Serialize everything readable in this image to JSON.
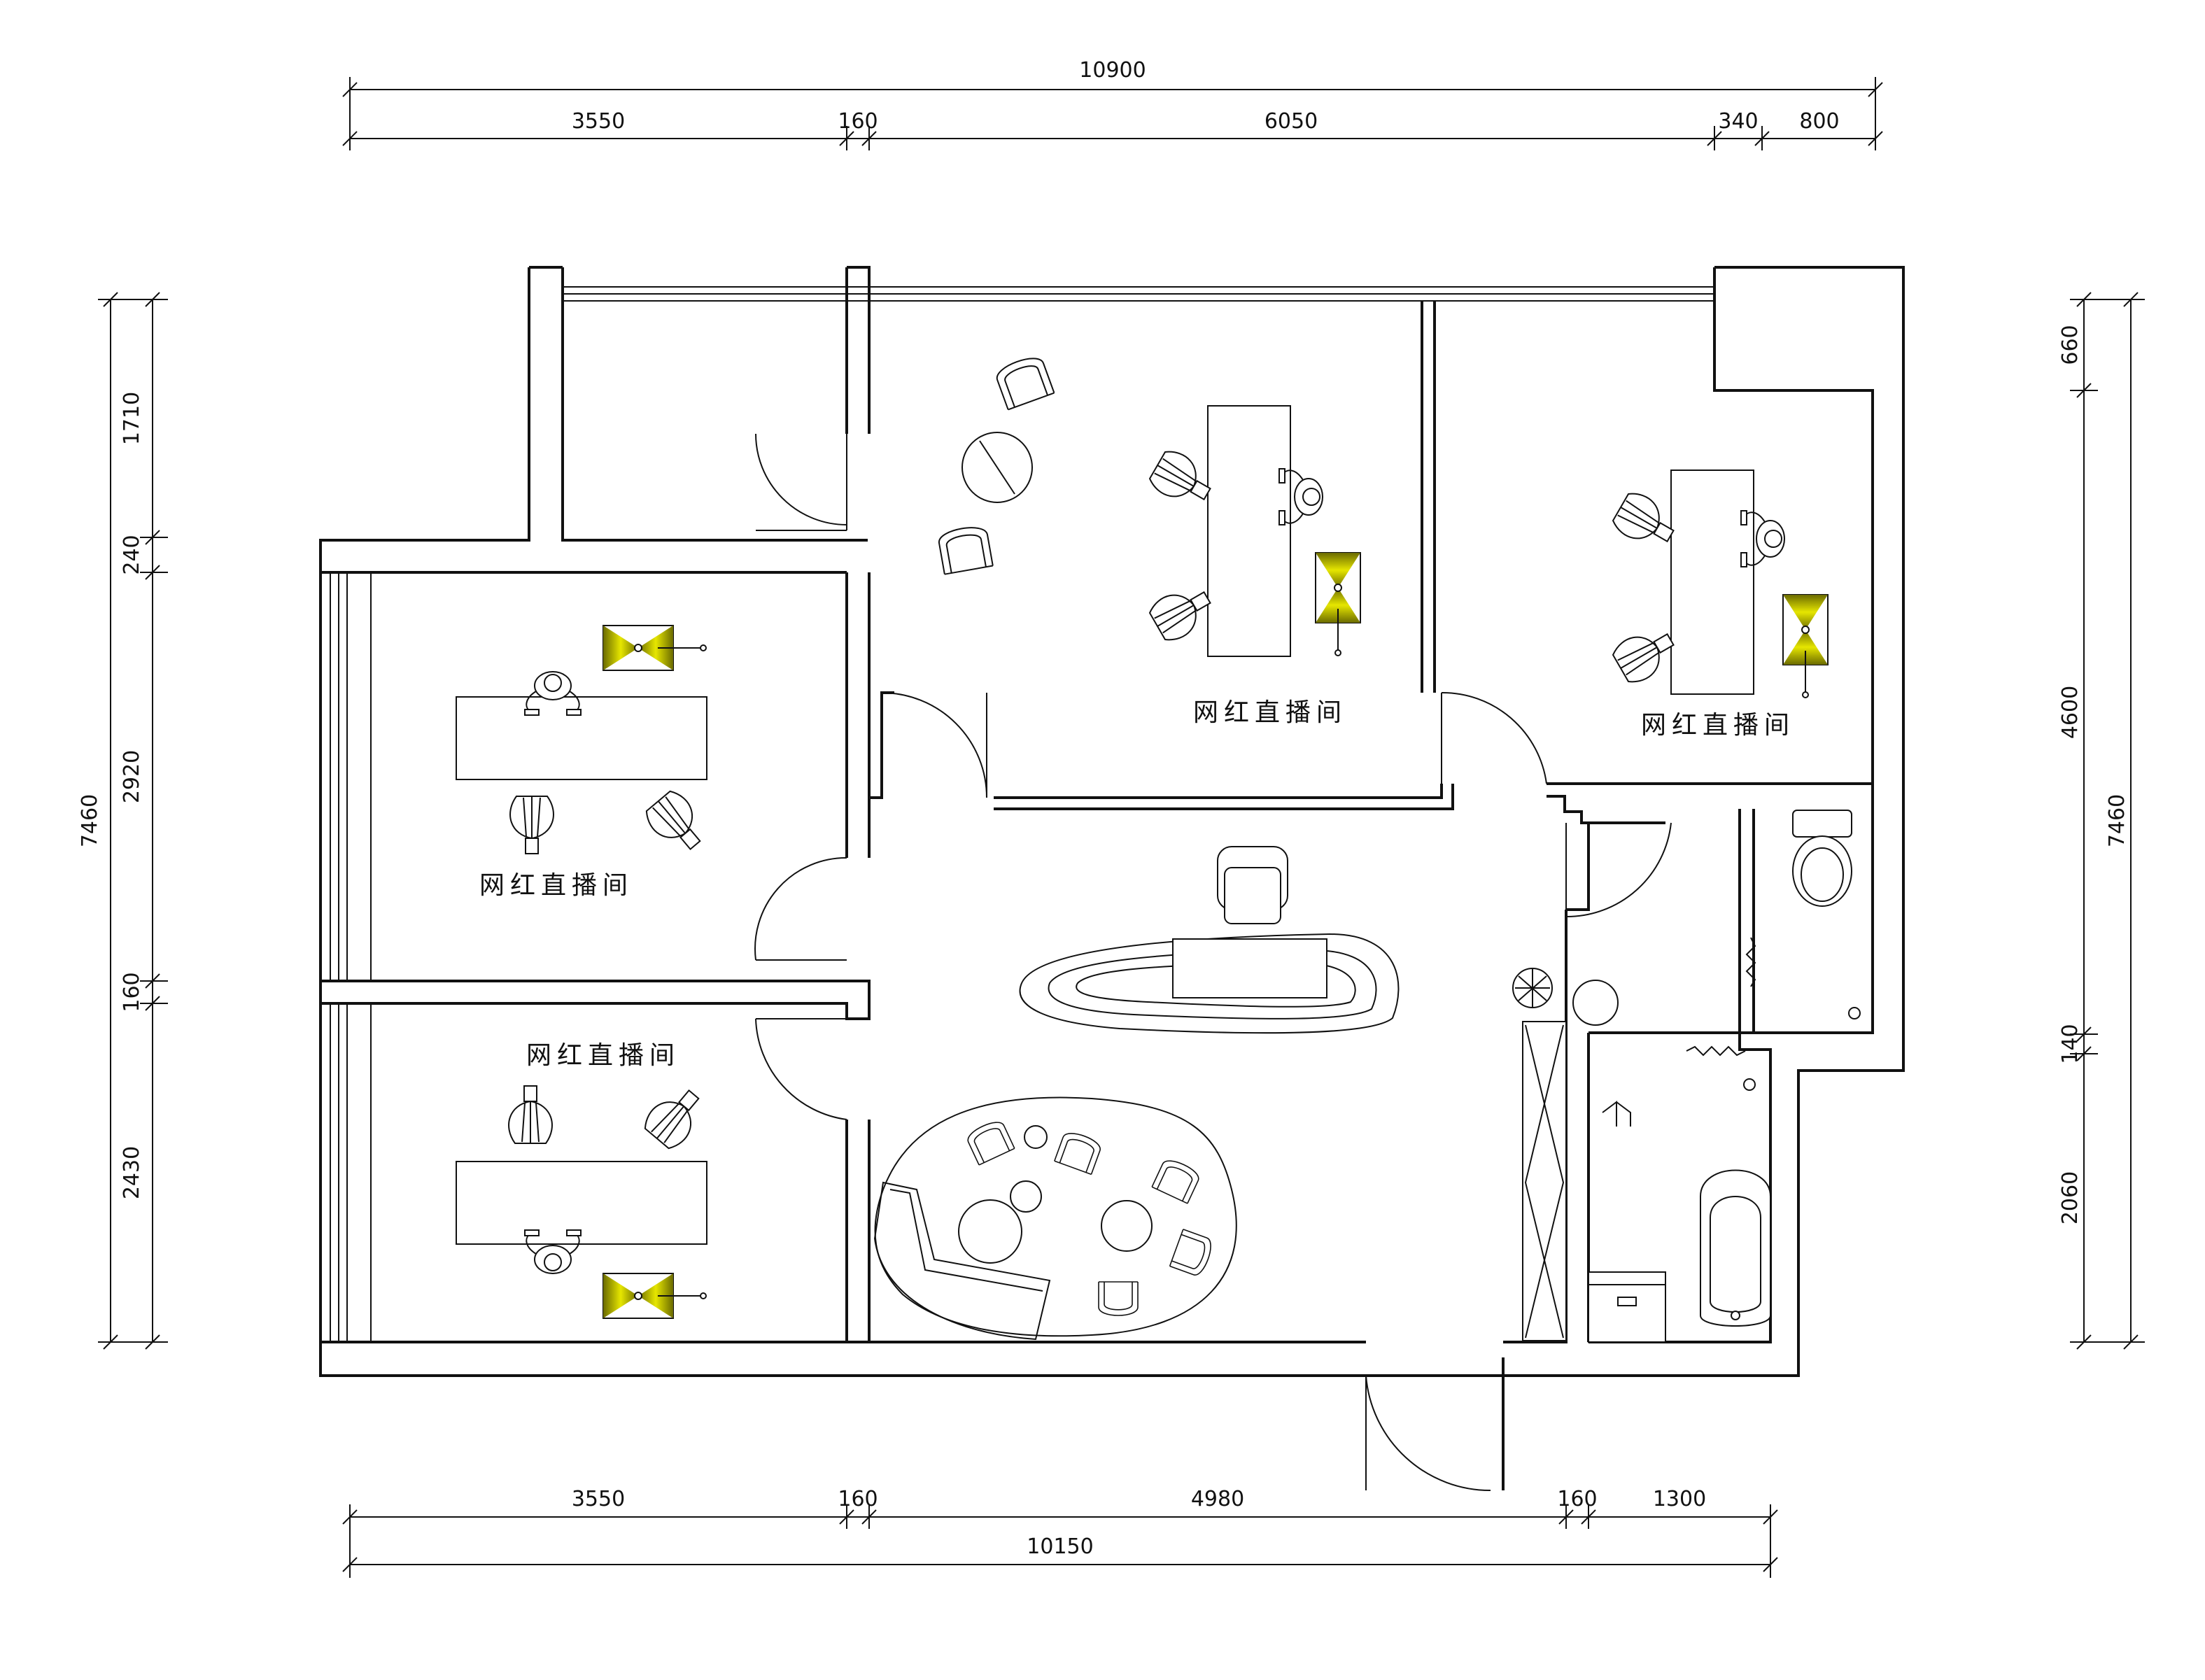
{
  "dimensions": {
    "top_total": "10900",
    "top_segments": [
      "3550",
      "160",
      "6050",
      "340",
      "800"
    ],
    "bottom_segments": [
      "3550",
      "160",
      "4980",
      "160",
      "1300"
    ],
    "bottom_total": "10150",
    "left_total": "7460",
    "left_segments": [
      "1710",
      "240",
      "2920",
      "160",
      "2430"
    ],
    "right_total": "7460",
    "right_segments": [
      "660",
      "4600",
      "140",
      "2060"
    ]
  },
  "rooms": {
    "studio_top_center": "网红直播间",
    "studio_top_right": "网红直播间",
    "studio_left_upper": "网红直播间",
    "studio_left_lower": "网红直播间"
  },
  "colors": {
    "light_fixture": "#e6e600",
    "line": "#111111",
    "background": "#ffffff"
  }
}
